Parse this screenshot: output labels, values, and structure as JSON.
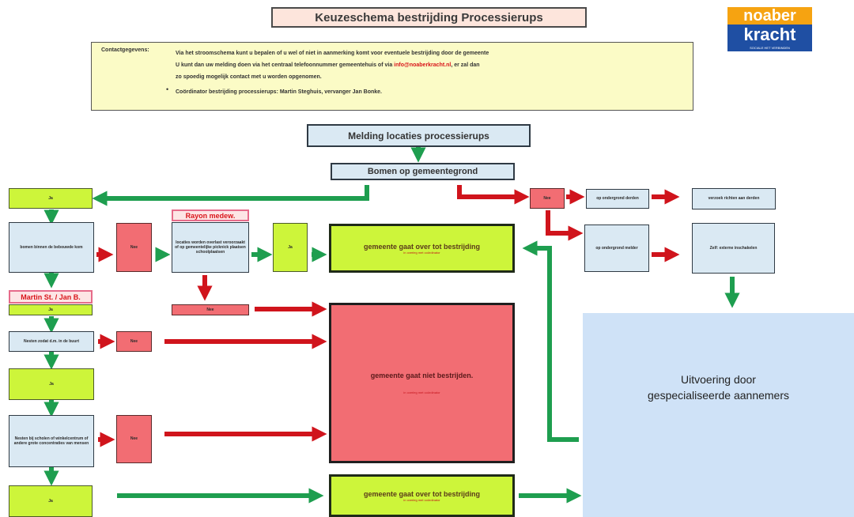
{
  "title": "Keuzeschema bestrijding Processierups",
  "logo": {
    "line1": "noaber",
    "line2": "kracht",
    "tagline": "SOCIALE HET VERBINDEN"
  },
  "contact": {
    "label": "Contactgegevens:",
    "line1": "Via het stroomschema kunt u bepalen of u wel of niet in aanmerking komt voor eventuele bestrijding door de gemeente",
    "line2_before": "U kunt dan uw melding doen via het centraal telefoonnummer gemeentehuis of via",
    "email": "info@noaberkracht.nl",
    "line2_after": ", er zal dan",
    "line3": "zo spoedig mogelijk contact met u worden opgenomen.",
    "bullet": "Coördinator bestrijding processierups: Martin Steghuis, vervanger Jan Bonke."
  },
  "nodes": {
    "melding": "Melding locaties processierups",
    "bomen": "Bomen op gemeentegrond",
    "ja1": "Ja",
    "nee_top": "Nee",
    "particulier_derden": "op ondergrond derden",
    "verzoek_derden": "verzoek richten aan derden",
    "particulier_melder": "op ondergrond melder",
    "zelf": "Zelf: externe inschakelen",
    "bomen_binnen": "bomen binnen de bebouwde kom",
    "nee_bebouwd": "Nee",
    "rayon": "Rayon medew.",
    "locaties": "locaties worden overlast veroorzaakt of op gemeentelijke picknick plaatsen schoolplaatsen",
    "ja_locaties": "Ja",
    "gaat_over_1": "gemeente gaat over tot bestrijding",
    "overleg_1": "in overleg met coördinator",
    "nee_locaties": "Nee",
    "martin": "Martin St. / Jan B.",
    "ja_martin": "Ja",
    "nesten": "Nesten zodat d.m. in de buurt",
    "nee_nesten": "Nee",
    "niet_bestrijden": "gemeente gaat niet bestrijden.",
    "overleg_niet": "in overleg met coördinator",
    "ja3": "Ja",
    "scholen": "Nesten bij scholen of winkelcentrum of andere grote concentraties van mensen",
    "nee_scholen": "Nee",
    "ja4": "Ja",
    "gaat_over_2": "gemeente gaat over tot bestrijding",
    "overleg_2": "in overleg met coördinator",
    "uitvoering": "Uitvoering door gespecialiseerde aannemers"
  },
  "colors": {
    "lime": "#cdf53a",
    "red": "#f26d73",
    "light_blue": "#dae9f3",
    "panel_blue": "#cfe2f7",
    "contact_bg": "#fbfbc6",
    "title_bg": "#fde5dc",
    "green_arrow": "#1e9e4f",
    "red_arrow": "#d0141c",
    "logo_orange": "#f6a311",
    "logo_blue": "#1f4fa3"
  }
}
